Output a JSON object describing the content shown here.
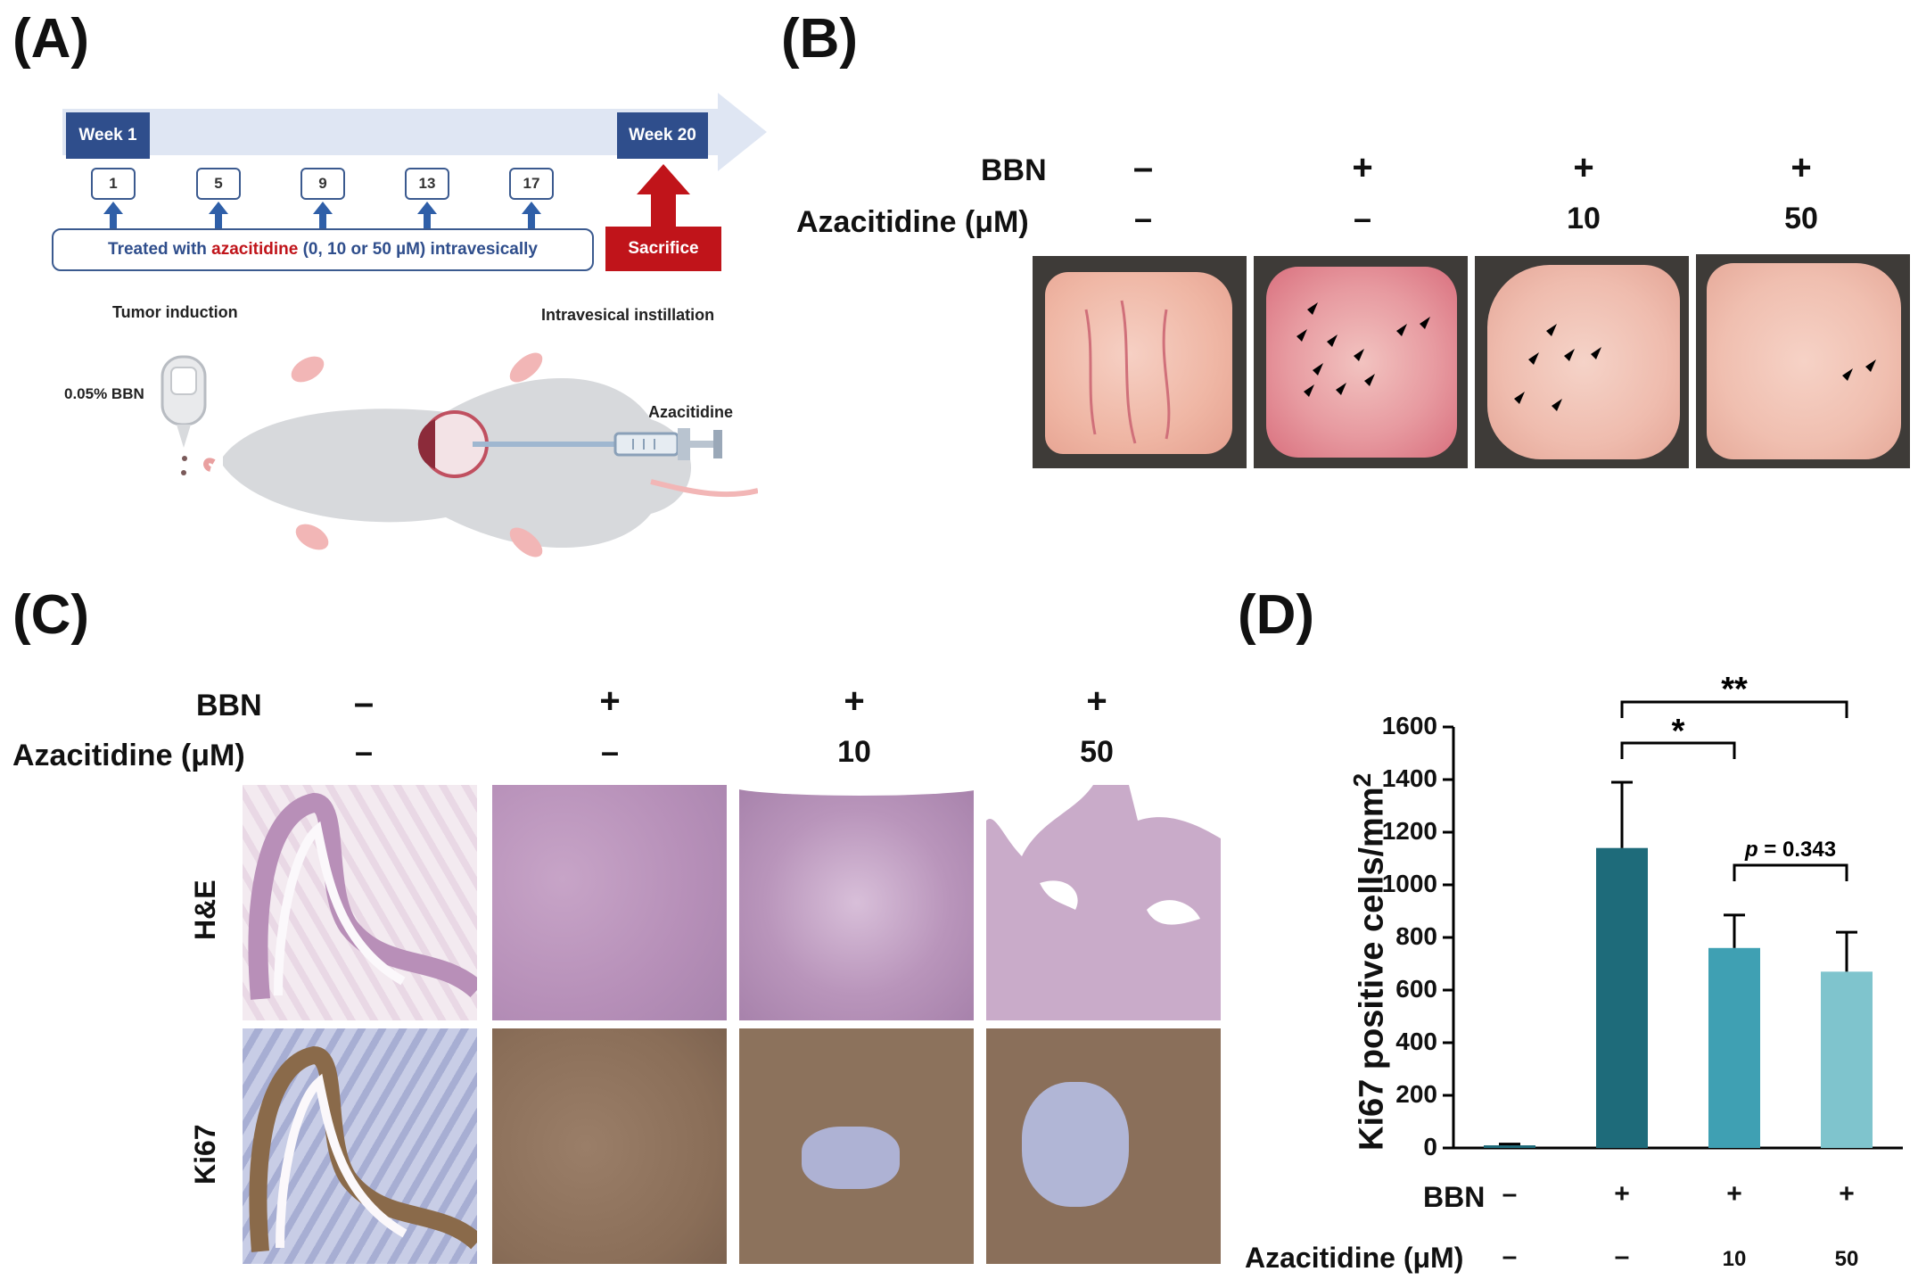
{
  "panels": {
    "a": "(A)",
    "b": "(B)",
    "c": "(C)",
    "d": "(D)"
  },
  "panel_a": {
    "week_start": "Week 1",
    "week_end": "Week 20",
    "days": [
      "1",
      "5",
      "9",
      "13",
      "17"
    ],
    "treated_prefix": "Treated with ",
    "treated_drug": "azacitidine",
    "treated_suffix": " (0, 10 or 50 µM) intravesically",
    "sacrifice": "Sacrifice",
    "tumor_induction": "Tumor induction",
    "intravesical": "Intravesical instillation",
    "bbn_bottle": "0.05% BBN",
    "syringe_label": "Azacitidine",
    "colors": {
      "timeline": "#dfe6f3",
      "week_box": "#2f4e8c",
      "sacrifice": "#c0141a",
      "drug_text": "#c0141a"
    }
  },
  "panel_b": {
    "row_bbn": "BBN",
    "row_aza": "Azacitidine (μM)",
    "bbn": [
      "–",
      "+",
      "+",
      "+"
    ],
    "aza": [
      "–",
      "–",
      "10",
      "50"
    ]
  },
  "panel_c": {
    "row_bbn": "BBN",
    "row_aza": "Azacitidine (μM)",
    "bbn": [
      "–",
      "+",
      "+",
      "+"
    ],
    "aza": [
      "–",
      "–",
      "10",
      "50"
    ],
    "stain_he": "H&E",
    "stain_ki67": "Ki67"
  },
  "chart_data": {
    "type": "bar",
    "ylabel": "Ki67 positive cells/mm",
    "ylabel_sup": "2",
    "ylim": [
      0,
      1600
    ],
    "yticks": [
      "0",
      "200",
      "400",
      "600",
      "800",
      "1000",
      "1200",
      "1400",
      "1600"
    ],
    "row_bbn": "BBN",
    "row_aza": "Azacitidine (μM)",
    "bbn": [
      "–",
      "+",
      "+",
      "+"
    ],
    "aza": [
      "–",
      "–",
      "10",
      "50"
    ],
    "values": [
      10,
      1140,
      760,
      670
    ],
    "errors": [
      5,
      250,
      125,
      150
    ],
    "colors": [
      "#1e6b7a",
      "#1e6b7a",
      "#3fa0b3",
      "#7fc4cd"
    ],
    "sig_star1": "*",
    "sig_star2": "**",
    "p_label": "p",
    "p_value": " = 0.343"
  }
}
